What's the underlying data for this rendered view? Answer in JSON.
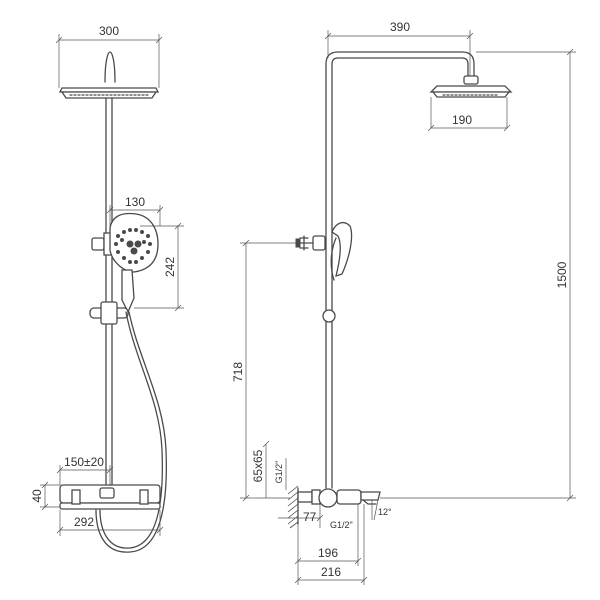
{
  "front_view": {
    "head_width": "300",
    "hand_shower_width": "130",
    "hand_shower_height": "242",
    "mixer_spacing": "150±20",
    "mixer_height": "40",
    "mixer_width": "292"
  },
  "side_view": {
    "arm_reach": "390",
    "head_diameter": "190",
    "total_height": "1500",
    "outlet_height": "718",
    "escutcheon_size": "65x65",
    "inlet_thread_vertical": "G1/2\"",
    "inlet_depth": "77",
    "inlet_thread_bottom": "G1/2\"",
    "angle": "12°",
    "mixer_depth": "196",
    "overall_depth": "216"
  }
}
